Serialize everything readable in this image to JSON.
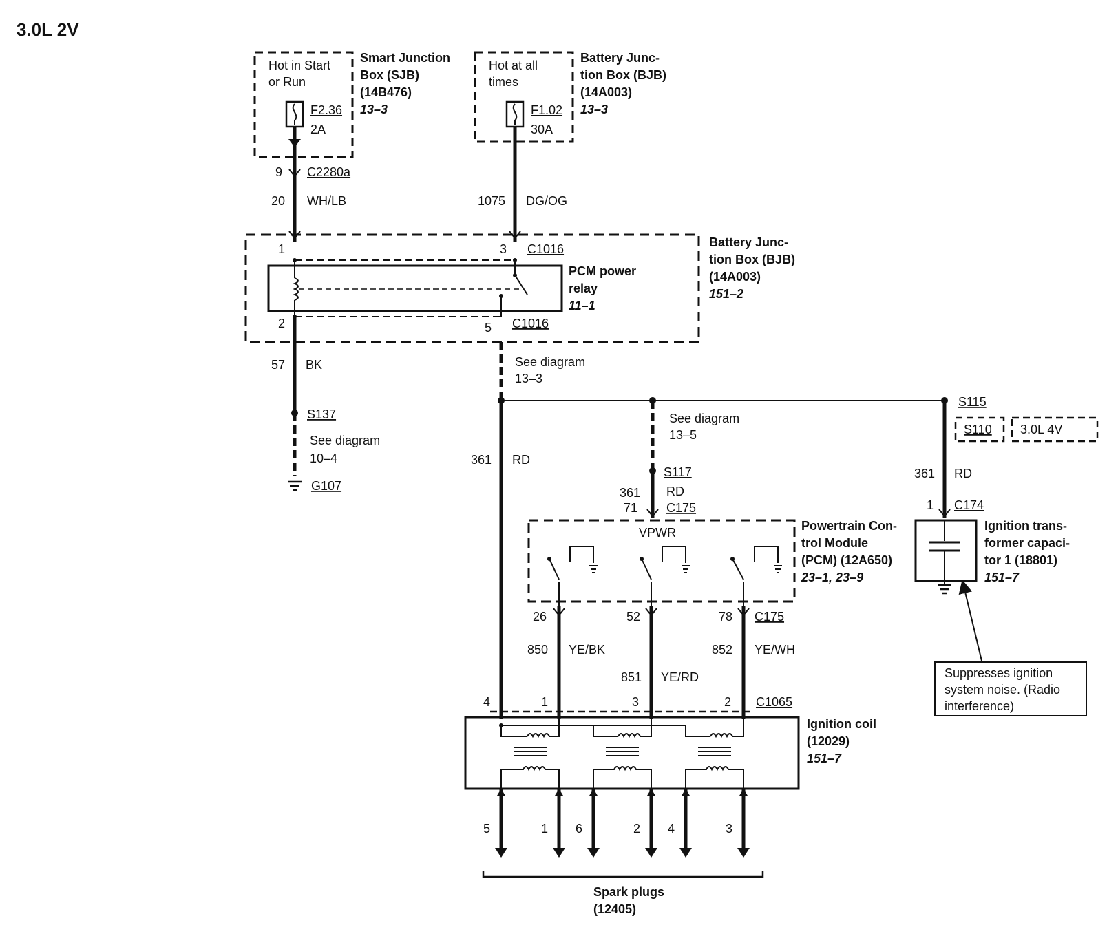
{
  "title": "3.0L 2V",
  "sjb": {
    "hot": [
      "Hot in Start",
      "or Run"
    ],
    "fuse": "F2.36",
    "amps": "2A",
    "label": [
      "Smart Junction",
      "Box (SJB)",
      "(14B476)"
    ],
    "ref": "13–3"
  },
  "bjb_top": {
    "hot": [
      "Hot at all",
      "times"
    ],
    "fuse": "F1.02",
    "amps": "30A",
    "label": [
      "Battery Junc-",
      "tion Box (BJB)",
      "(14A003)"
    ],
    "ref": "13–3"
  },
  "wire_sjb": {
    "pin": "9",
    "connector": "C2280a",
    "circuit": "20",
    "color": "WH/LB"
  },
  "wire_bjb": {
    "circuit": "1075",
    "color": "DG/OG"
  },
  "bjb_relay_box": {
    "label": [
      "Battery Junc-",
      "tion Box (BJB)",
      "(14A003)"
    ],
    "ref": "151–2",
    "relay_label": [
      "PCM power",
      "relay"
    ],
    "relay_ref": "11–1",
    "pin1": "1",
    "pin3": "3",
    "pin2": "2",
    "pin5": "5",
    "conn_top": "C1016",
    "conn_bottom": "C1016"
  },
  "ground_wire": {
    "circuit": "57",
    "color": "BK",
    "splice": "S137",
    "see": [
      "See diagram",
      "10–4"
    ],
    "ground": "G107"
  },
  "see_13_3": [
    "See diagram",
    "13–3"
  ],
  "main_wire": {
    "circuit": "361",
    "color": "RD"
  },
  "pcm_feed": {
    "see": [
      "See diagram",
      "13–5"
    ],
    "splice": "S117",
    "circuit": "361",
    "color": "RD",
    "pin": "71",
    "connector": "C175"
  },
  "pcm": {
    "vpwr": "VPWR",
    "label": [
      "Powertrain Con-",
      "trol Module",
      "(PCM) (12A650)"
    ],
    "ref": "23–1, 23–9"
  },
  "outputs": {
    "pins": [
      "26",
      "52",
      "78"
    ],
    "connector": "C175",
    "circuits": [
      "850",
      "851",
      "852"
    ],
    "colors": [
      "YE/BK",
      "YE/RD",
      "YE/WH"
    ]
  },
  "cap_branch": {
    "splice": "S115",
    "alt_splice": "S110",
    "alt_engine": "3.0L 4V",
    "circuit": "361",
    "color": "RD",
    "pin": "1",
    "connector": "C174"
  },
  "capacitor": {
    "label": [
      "Ignition trans-",
      "former capaci-",
      "tor 1 (18801)"
    ],
    "ref": "151–7",
    "note": [
      "Suppresses ignition",
      "system noise. (Radio",
      "interference)"
    ]
  },
  "coil": {
    "pins": [
      "4",
      "1",
      "3",
      "2"
    ],
    "connector": "C1065",
    "label": [
      "Ignition coil",
      "(12029)"
    ],
    "ref": "151–7"
  },
  "plugs": {
    "numbers": [
      "5",
      "1",
      "6",
      "2",
      "4",
      "3"
    ],
    "label": [
      "Spark plugs",
      "(12405)"
    ]
  }
}
